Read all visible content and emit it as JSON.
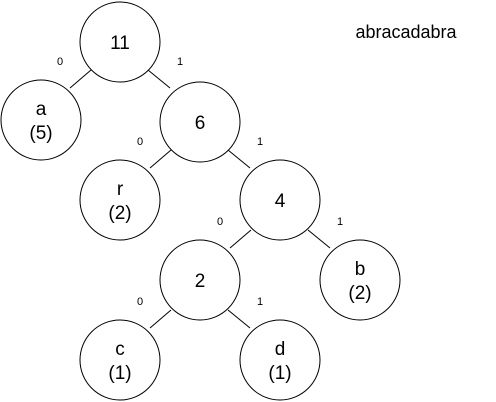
{
  "title": "abracadabra",
  "colors": {
    "node_fill": "#ffffff",
    "node_stroke": "#000000",
    "edge": "#000000",
    "text": "#000000"
  },
  "nodes": {
    "root": {
      "lines": [
        "11"
      ]
    },
    "a": {
      "lines": [
        "a",
        "(5)"
      ]
    },
    "n6": {
      "lines": [
        "6"
      ]
    },
    "r": {
      "lines": [
        "r",
        "(2)"
      ]
    },
    "n4": {
      "lines": [
        "4"
      ]
    },
    "n2": {
      "lines": [
        "2"
      ]
    },
    "b": {
      "lines": [
        "b",
        "(2)"
      ]
    },
    "c": {
      "lines": [
        "c",
        "(1)"
      ]
    },
    "d": {
      "lines": [
        "d",
        "(1)"
      ]
    }
  },
  "edges": {
    "root_a": "0",
    "root_n6": "1",
    "n6_r": "0",
    "n6_n4": "1",
    "n4_n2": "0",
    "n4_b": "1",
    "n2_c": "0",
    "n2_d": "1"
  }
}
